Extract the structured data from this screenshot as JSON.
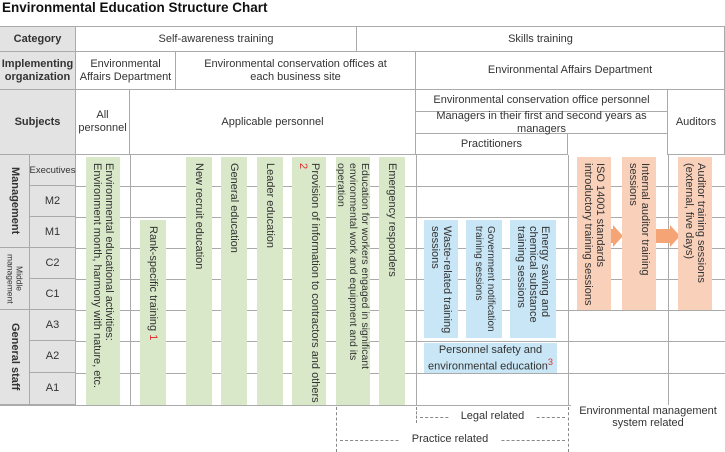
{
  "title": "Environmental Education Structure Chart",
  "header": {
    "category_label": "Category",
    "self_awareness": "Self-awareness training",
    "skills": "Skills training",
    "implementing_org_label": "Implementing organization",
    "org_env_affairs": "Environmental Affairs Department",
    "org_env_offices": "Environmental conservation offices at each business site",
    "org_env_affairs_right": "Environmental Affairs Department",
    "subjects_label": "Subjects",
    "all_personnel": "All personnel",
    "applicable_personnel": "Applicable personnel",
    "office_personnel": "Environmental conservation office personnel",
    "managers": "Managers in their first and second years as managers",
    "practitioners": "Practitioners",
    "auditors": "Auditors"
  },
  "rows": {
    "management": "Management",
    "middle_management": "Middle management",
    "general_staff": "General staff",
    "levels": [
      "Executives",
      "M2",
      "M1",
      "C2",
      "C1",
      "A3",
      "A2",
      "A1"
    ]
  },
  "programs": {
    "env_activities": "Environmental educational activities: Environment month, harmony with nature, etc.",
    "rank_specific": "Rank-specific training",
    "rank_specific_num": "1",
    "new_recruit": "New recruit education",
    "general_education": "General education",
    "leader_education": "Leader education",
    "contractors": "Provision of information to contractors and others",
    "contractors_num": "2",
    "workers_significant": "Education for workers engaged in significant environmental work and equipment and its operation",
    "emergency": "Emergency responders",
    "waste": "Waste-related training sessions",
    "gov_notification": "Government notification training sessions",
    "energy_saving": "Energy saving and chemical substance training sessions",
    "safety_env": "Personnel safety and environmental education",
    "safety_env_num": "3",
    "iso14001": "ISO 14001 standards introductory training sessions",
    "internal_auditor": "Internal auditor training sessions",
    "auditor_training": "Auditor training sessions (external, five days)"
  },
  "footer": {
    "legal_related": "Legal related",
    "ems_related": "Environmental management system related",
    "practice_related": "Practice related"
  },
  "colors": {
    "header_bg": "#e3e3e3",
    "green": "#d8e8c8",
    "blue": "#c8e6f5",
    "orange": "#f9d1bb",
    "arrow": "#f5a575",
    "number": "#e03030"
  }
}
